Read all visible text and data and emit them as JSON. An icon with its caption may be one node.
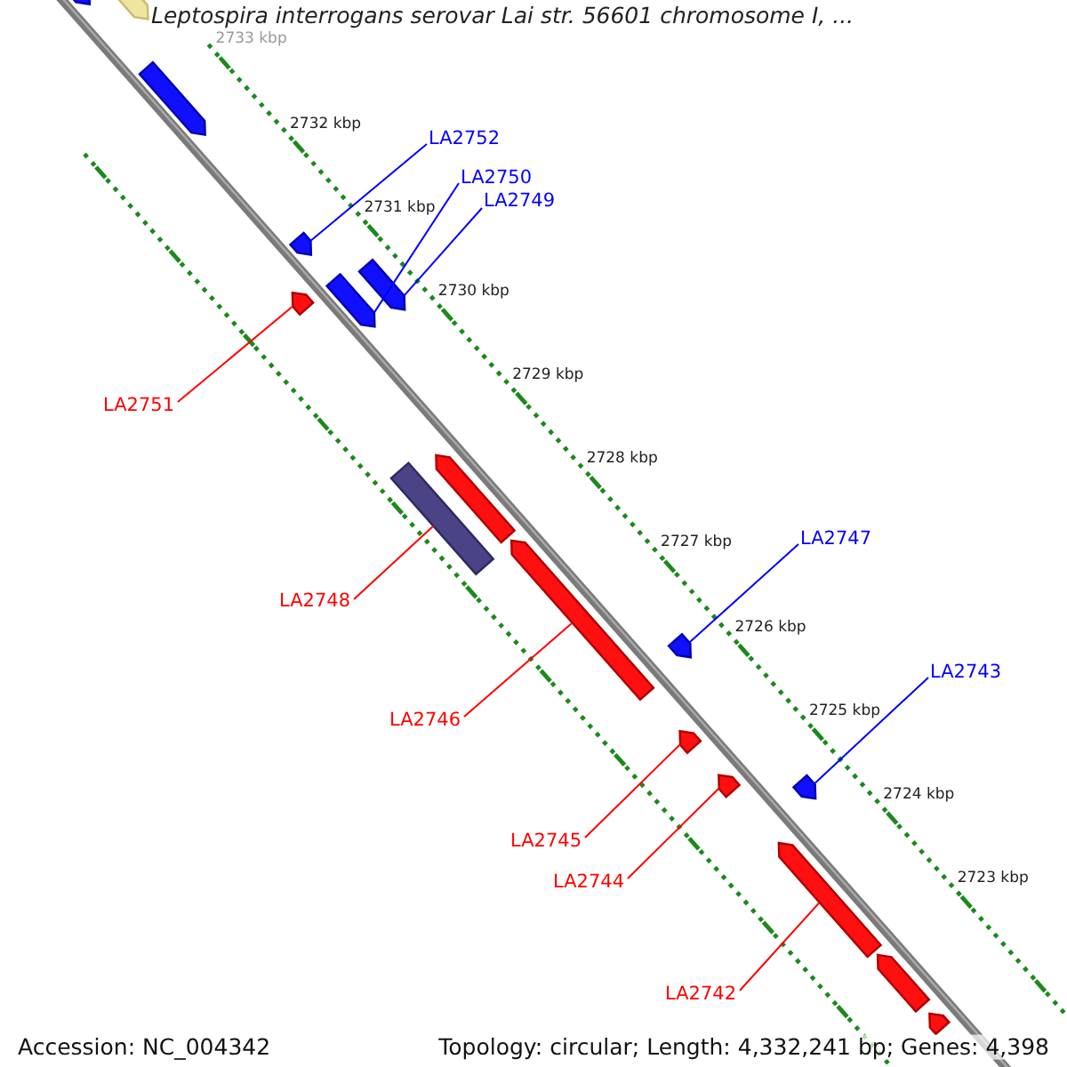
{
  "diagram": {
    "title": "Leptospira interrogans serovar Lai str. 56601 chromosome I, ...",
    "nodes": [
      {
        "text": [],
        "shape": "bar"
      },
      {
        "text": [],
        "shape": "bar"
      },
      {
        "text": [],
        "shape": "bar"
      },
      {
        "text": [
          "LA2752"
        ]
      },
      {
        "text": [],
        "shape": "bar"
      },
      {
        "text": [
          "LA2750"
        ]
      },
      {
        "text": [],
        "shape": "bar"
      },
      {
        "text": [
          "LA2749"
        ]
      },
      {
        "text": [],
        "shape": "bar"
      },
      {
        "text": [
          "LA2751"
        ]
      },
      {
        "text": [],
        "shape": "bar"
      },
      {
        "text": [],
        "shape": "bar"
      },
      {
        "text": [
          "LA2748"
        ]
      },
      {
        "text": [],
        "shape": "bar"
      },
      {
        "text": [
          "LA2747"
        ]
      },
      {
        "text": [],
        "shape": "bar"
      },
      {
        "text": [
          "LA2746"
        ]
      },
      {
        "text": [],
        "shape": "bar"
      },
      {
        "text": [
          "LA2743"
        ]
      },
      {
        "text": [],
        "shape": "bar"
      },
      {
        "text": [
          "LA2745"
        ]
      },
      {
        "text": [],
        "shape": "bar"
      },
      {
        "text": [
          "LA2744"
        ]
      },
      {
        "text": [],
        "shape": "bar"
      },
      {
        "text": [
          "LA2742"
        ]
      },
      {
        "text": [],
        "shape": "bar"
      },
      {
        "text": [],
        "shape": "bar"
      },
      {
        "text": [],
        "shape": "bar"
      }
    ],
    "edges": [
      {
        "from": 3,
        "to": 4,
        "arrow": "none",
        "color": "#0000ff"
      },
      {
        "from": 5,
        "to": 6,
        "arrow": "none",
        "color": "#0000ff"
      },
      {
        "from": 7,
        "to": 8,
        "arrow": "none",
        "color": "#0000ff"
      },
      {
        "from": 9,
        "to": 10,
        "arrow": "none"
      },
      {
        "from": 12,
        "to": 13,
        "arrow": "none"
      },
      {
        "from": 14,
        "to": 15,
        "arrow": "none",
        "color": "#0000ff"
      },
      {
        "from": 16,
        "to": 17,
        "arrow": "none"
      },
      {
        "from": 18,
        "to": 19,
        "arrow": "none",
        "color": "#0000ff"
      },
      {
        "from": 20,
        "to": 21,
        "arrow": "none"
      },
      {
        "from": 22,
        "to": 23,
        "arrow": "none"
      },
      {
        "from": 24,
        "to": 25,
        "arrow": "none"
      }
    ],
    "labels": [
      "2733 kbp",
      "2732 kbp",
      "2731 kbp",
      "2730 kbp",
      "2729 kbp",
      "2728 kbp",
      "2727 kbp",
      "2726 kbp",
      "2725 kbp",
      "2724 kbp",
      "2723 kbp",
      "Accession: NC_004342",
      "Topology: circular; Length: 4,332,241 bp; Genes: 4,398"
    ]
  }
}
